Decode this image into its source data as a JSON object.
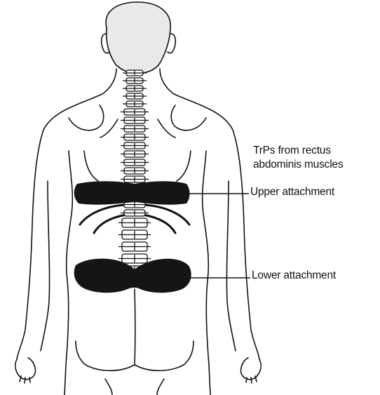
{
  "annotation": {
    "title_line_1": "TrPs from rectus",
    "title_line_2": "abdominis muscles",
    "upper_label": "Upper attachment",
    "lower_label": "Lower attachment"
  },
  "colors": {
    "ink": "#111111",
    "background": "#ffffff",
    "head_fill": "#e9e9e9",
    "spine_fill": "#ffffff",
    "trigger_zone": "#151515"
  },
  "figure": {
    "subject": "human back, posterior view",
    "highlighted_regions": [
      "upper-attachment-zone",
      "lower-attachment-zone"
    ]
  }
}
